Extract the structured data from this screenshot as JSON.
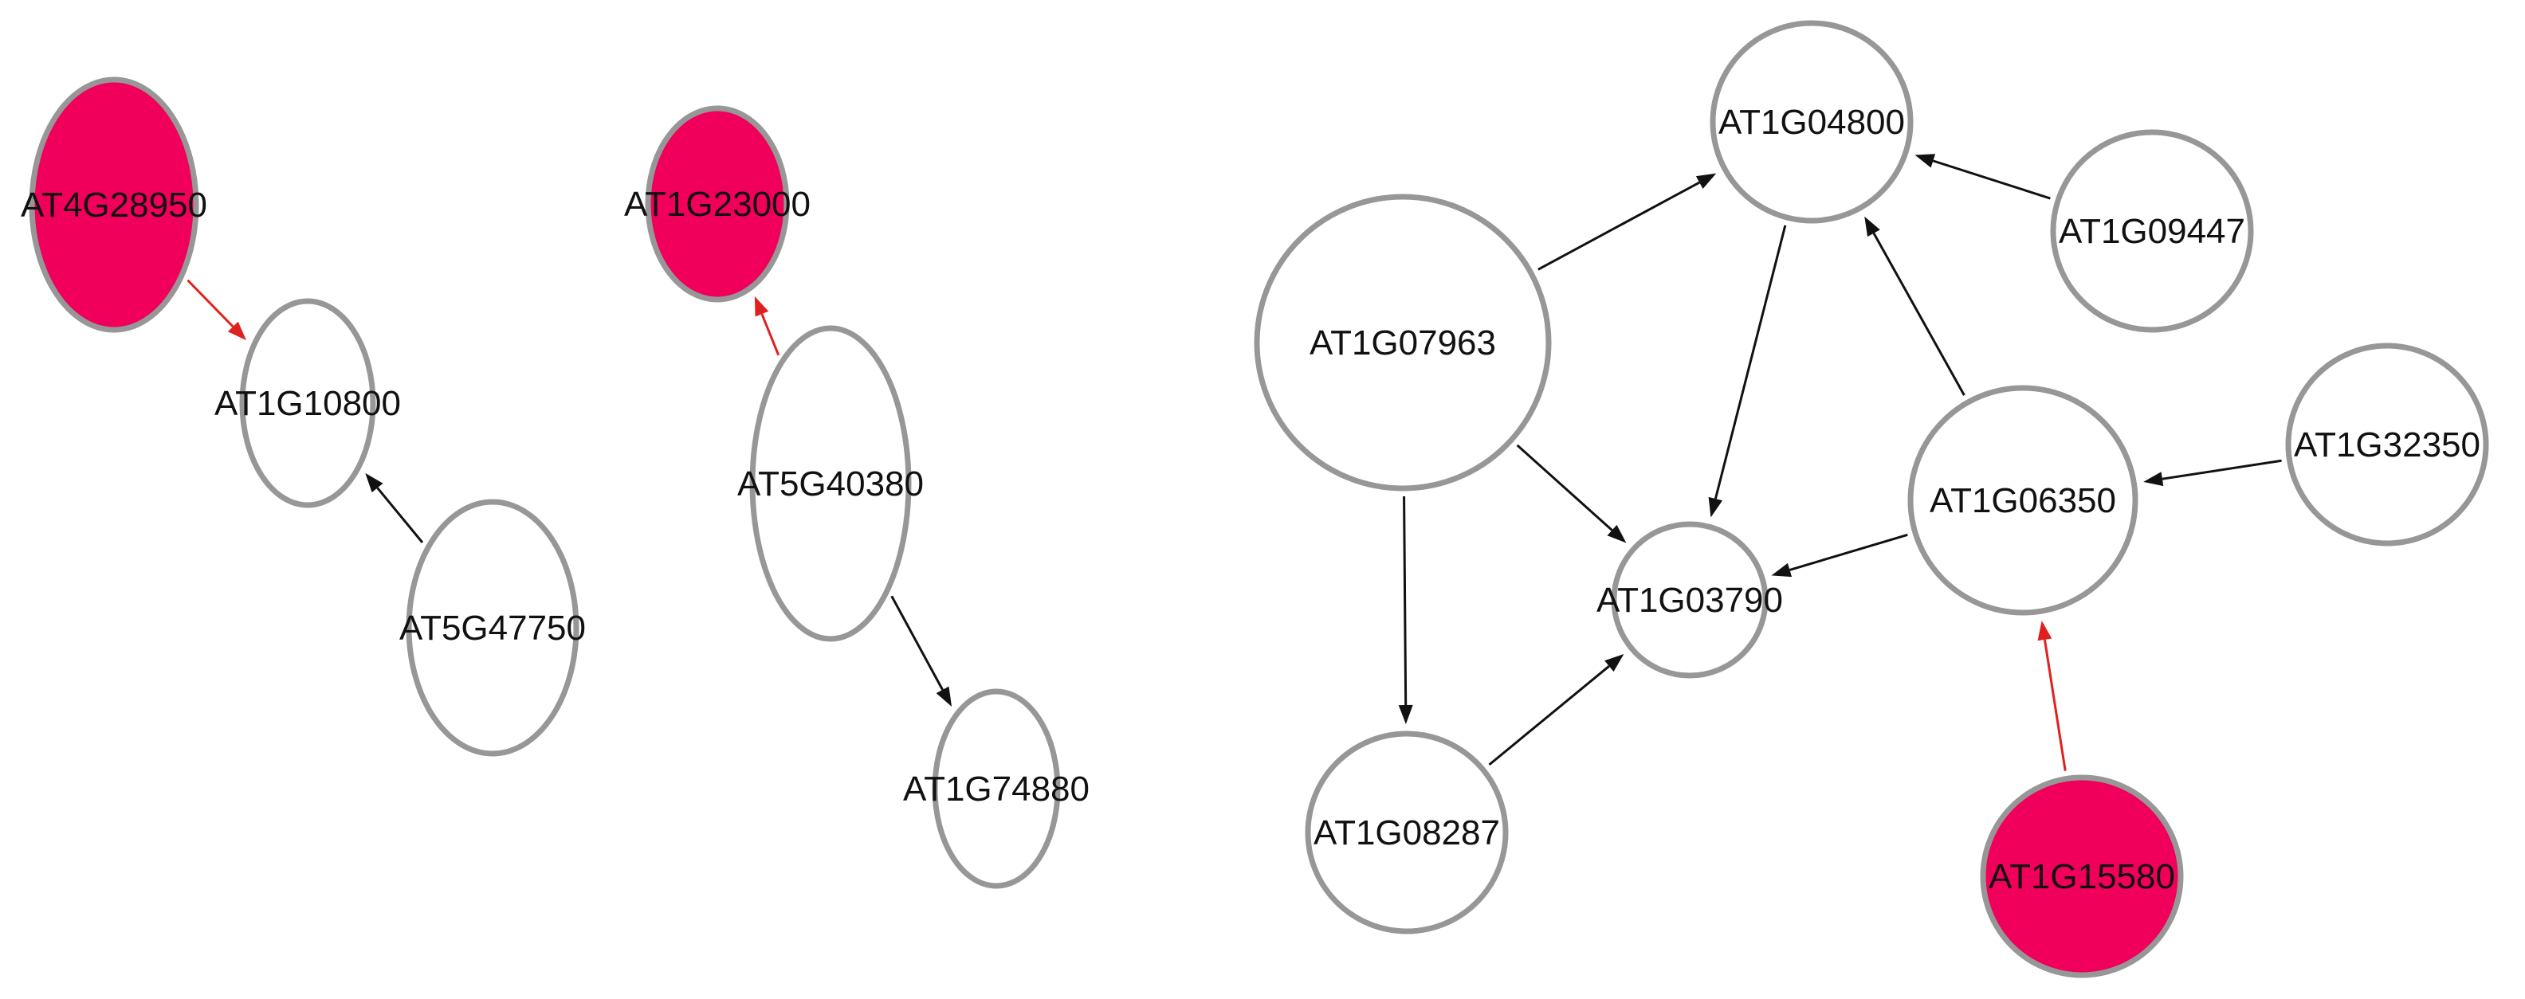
{
  "colors": {
    "highlight_fill": "#f0005a",
    "node_fill": "#ffffff",
    "node_stroke": "#979797",
    "edge_default": "#111111",
    "edge_highlight": "#e0201f"
  },
  "nodes": [
    {
      "id": "n1",
      "label": "AT4G28950",
      "highlight": true
    },
    {
      "id": "n2",
      "label": "AT1G10800",
      "highlight": false
    },
    {
      "id": "n3",
      "label": "AT5G47750",
      "highlight": false
    },
    {
      "id": "n4",
      "label": "AT1G23000",
      "highlight": true
    },
    {
      "id": "n5",
      "label": "AT5G40380",
      "highlight": false
    },
    {
      "id": "n6",
      "label": "AT1G74880",
      "highlight": false
    },
    {
      "id": "n7",
      "label": "AT1G04800",
      "highlight": false
    },
    {
      "id": "n8",
      "label": "AT1G09447",
      "highlight": false
    },
    {
      "id": "n9",
      "label": "AT1G07963",
      "highlight": false
    },
    {
      "id": "n10",
      "label": "AT1G06350",
      "highlight": false
    },
    {
      "id": "n11",
      "label": "AT1G32350",
      "highlight": false
    },
    {
      "id": "n12",
      "label": "AT1G03790",
      "highlight": false
    },
    {
      "id": "n13",
      "label": "AT1G08287",
      "highlight": false
    },
    {
      "id": "n14",
      "label": "AT1G15580",
      "highlight": true
    }
  ],
  "edges": [
    {
      "from": "n1",
      "to": "n2",
      "highlight": true
    },
    {
      "from": "n3",
      "to": "n2",
      "highlight": false
    },
    {
      "from": "n5",
      "to": "n4",
      "highlight": true
    },
    {
      "from": "n5",
      "to": "n6",
      "highlight": false
    },
    {
      "from": "n9",
      "to": "n7",
      "highlight": false
    },
    {
      "from": "n8",
      "to": "n7",
      "highlight": false
    },
    {
      "from": "n7",
      "to": "n12",
      "highlight": false
    },
    {
      "from": "n10",
      "to": "n7",
      "highlight": false
    },
    {
      "from": "n9",
      "to": "n12",
      "highlight": false
    },
    {
      "from": "n9",
      "to": "n13",
      "highlight": false
    },
    {
      "from": "n13",
      "to": "n12",
      "highlight": false
    },
    {
      "from": "n10",
      "to": "n12",
      "highlight": false
    },
    {
      "from": "n11",
      "to": "n10",
      "highlight": false
    },
    {
      "from": "n14",
      "to": "n10",
      "highlight": true
    }
  ]
}
